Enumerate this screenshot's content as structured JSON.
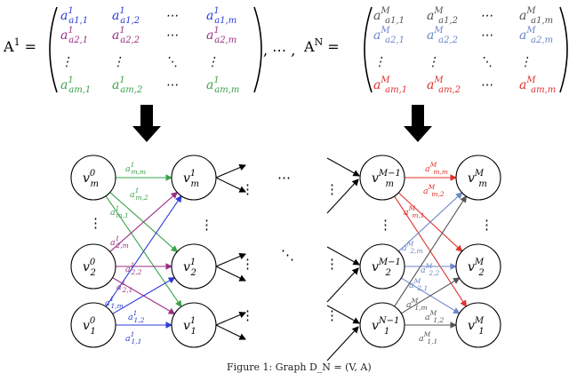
{
  "colors": {
    "blue": "#2b3bd6",
    "purple": "#9a2f86",
    "green": "#3aa34a",
    "light_blue": "#6b86c9",
    "red": "#e0312d",
    "dark": "#555555",
    "black": "#000000"
  },
  "matrix_left": {
    "lhs": "A",
    "lhs_sup": "1",
    "equals": "=",
    "rows": [
      [
        "a1,1/1",
        "a1,2/1",
        "⋯",
        "a1,m/1"
      ],
      [
        "a2,1/1",
        "a2,2/1",
        "⋯",
        "a2,m/1"
      ],
      [
        "⋮",
        "⋮",
        "⋱",
        "⋮"
      ],
      [
        "am,1/1",
        "am,2/1",
        "⋯",
        "am,m/1"
      ]
    ],
    "row_colors": [
      "blue",
      "purple",
      "black",
      "green"
    ]
  },
  "separator": ", ⋯ ,",
  "matrix_right": {
    "lhs": "A",
    "lhs_sup": "N",
    "equals": "=",
    "rows": [
      [
        "a1,1/M",
        "a1,2/M",
        "⋯",
        "a1,m/M"
      ],
      [
        "a2,1/M",
        "a2,2/M",
        "⋯",
        "a2,m/M"
      ],
      [
        "⋮",
        "⋮",
        "⋱",
        "⋮"
      ],
      [
        "am,1/M",
        "am,2/M",
        "⋯",
        "am,m/M"
      ]
    ],
    "row_colors": [
      "dark",
      "light_blue",
      "black",
      "red"
    ]
  },
  "nodes_left": [
    {
      "base": "v",
      "sup": "0",
      "sub": "m"
    },
    {
      "base": "v",
      "sup": "0",
      "sub": "2"
    },
    {
      "base": "v",
      "sup": "0",
      "sub": "1"
    },
    {
      "base": "v",
      "sup": "1",
      "sub": "m"
    },
    {
      "base": "v",
      "sup": "1",
      "sub": "2"
    },
    {
      "base": "v",
      "sup": "1",
      "sub": "1"
    }
  ],
  "nodes_right": [
    {
      "base": "v",
      "sup": "M−1",
      "sub": "m"
    },
    {
      "base": "v",
      "sup": "M−1",
      "sub": "2"
    },
    {
      "base": "v",
      "sup": "N−1",
      "sub": "1"
    },
    {
      "base": "v",
      "sup": "M",
      "sub": "m"
    },
    {
      "base": "v",
      "sup": "M",
      "sub": "2"
    },
    {
      "base": "v",
      "sup": "M",
      "sub": "1"
    }
  ],
  "edge_labels_left": [
    {
      "sup": "1",
      "sub": "m,m",
      "color": "green"
    },
    {
      "sup": "1",
      "sub": "m,2",
      "color": "green"
    },
    {
      "sup": "1",
      "sub": "m,1",
      "color": "green"
    },
    {
      "sup": "1",
      "sub": "2,m",
      "color": "purple"
    },
    {
      "sup": "1",
      "sub": "2,2",
      "color": "purple"
    },
    {
      "sup": "1",
      "sub": "2,1",
      "color": "purple"
    },
    {
      "sup": "1",
      "sub": "1,m",
      "color": "blue"
    },
    {
      "sup": "1",
      "sub": "1,2",
      "color": "blue"
    },
    {
      "sup": "1",
      "sub": "1,1",
      "color": "blue"
    }
  ],
  "edge_labels_right": [
    {
      "sup": "M",
      "sub": "m,m",
      "color": "red"
    },
    {
      "sup": "M",
      "sub": "m,2",
      "color": "red"
    },
    {
      "sup": "M",
      "sub": "m,1",
      "color": "red"
    },
    {
      "sup": "M",
      "sub": "2,m",
      "color": "light_blue"
    },
    {
      "sup": "M",
      "sub": "2,2",
      "color": "light_blue"
    },
    {
      "sup": "M",
      "sub": "2,1",
      "color": "light_blue"
    },
    {
      "sup": "M",
      "sub": "1,m",
      "color": "dark"
    },
    {
      "sup": "M",
      "sub": "1,2",
      "color": "dark"
    },
    {
      "sup": "M",
      "sub": "1,1",
      "color": "dark"
    }
  ],
  "edge_label_base": "a",
  "ellipsis_h": "⋯",
  "ellipsis_v": "⋮",
  "ellipsis_d": "⋱",
  "caption": "Figure 1: Graph D_N = (V, A)"
}
